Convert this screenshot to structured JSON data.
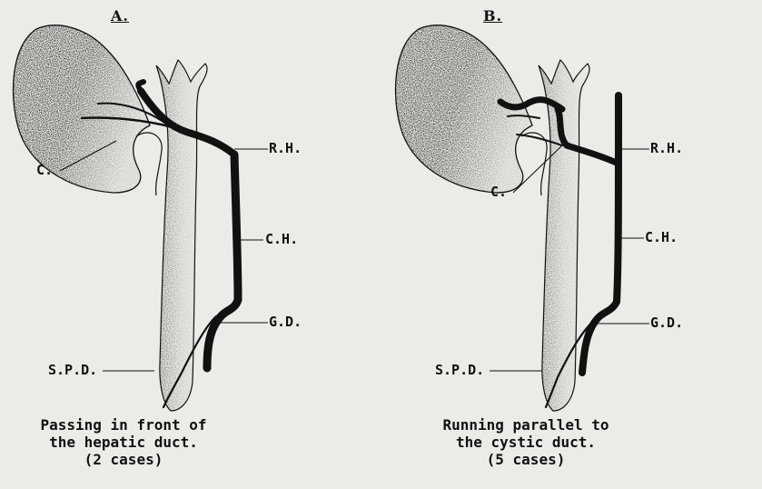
{
  "panels": [
    {
      "title": "A.",
      "labels": {
        "rh": "R.H.",
        "c": "C.",
        "ch": "C.H.",
        "gd": "G.D.",
        "spd": "S.P.D."
      },
      "caption": [
        "Passing in front of",
        "the hepatic duct.",
        "(2 cases)"
      ]
    },
    {
      "title": "B.",
      "labels": {
        "rh": "R.H.",
        "c": "C.",
        "ch": "C.H.",
        "gd": "G.D.",
        "spd": "S.P.D."
      },
      "caption": [
        "Running parallel to",
        "the cystic duct.",
        "(5 cases)"
      ]
    }
  ],
  "colors": {
    "background": "#ecebe7",
    "ink": "#111111",
    "stipple": "#555555"
  }
}
